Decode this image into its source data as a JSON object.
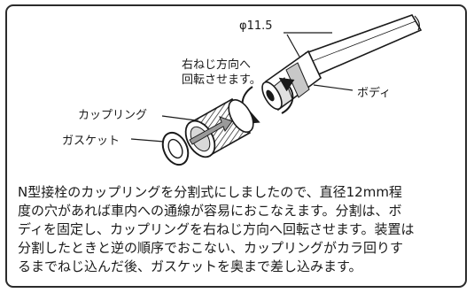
{
  "labels": {
    "diameter": "φ11.5",
    "rotation_line1": "右ねじ方向へ",
    "rotation_line2": "回転させます。",
    "body": "ボディ",
    "coupling": "カップリング",
    "gasket": "ガスケット"
  },
  "description": {
    "lines": [
      "N型接栓のカップリングを分割式にしましたので、直径12mm程",
      "度の穴があれば車内への通線が容易におこなえます。分割は、ボ",
      "ディを固定し、カップリングを右ねじ方向へ回転させます。装置は",
      "分割したときと逆の順序でおこない、カップリングがカラ回りす",
      "るまでねじ込んだ後、ガスケットを奥まで差し込みます。"
    ]
  },
  "colors": {
    "frame": "#2b2b2b",
    "ink": "#1a1a1a",
    "shade": "#9a9a9a"
  }
}
